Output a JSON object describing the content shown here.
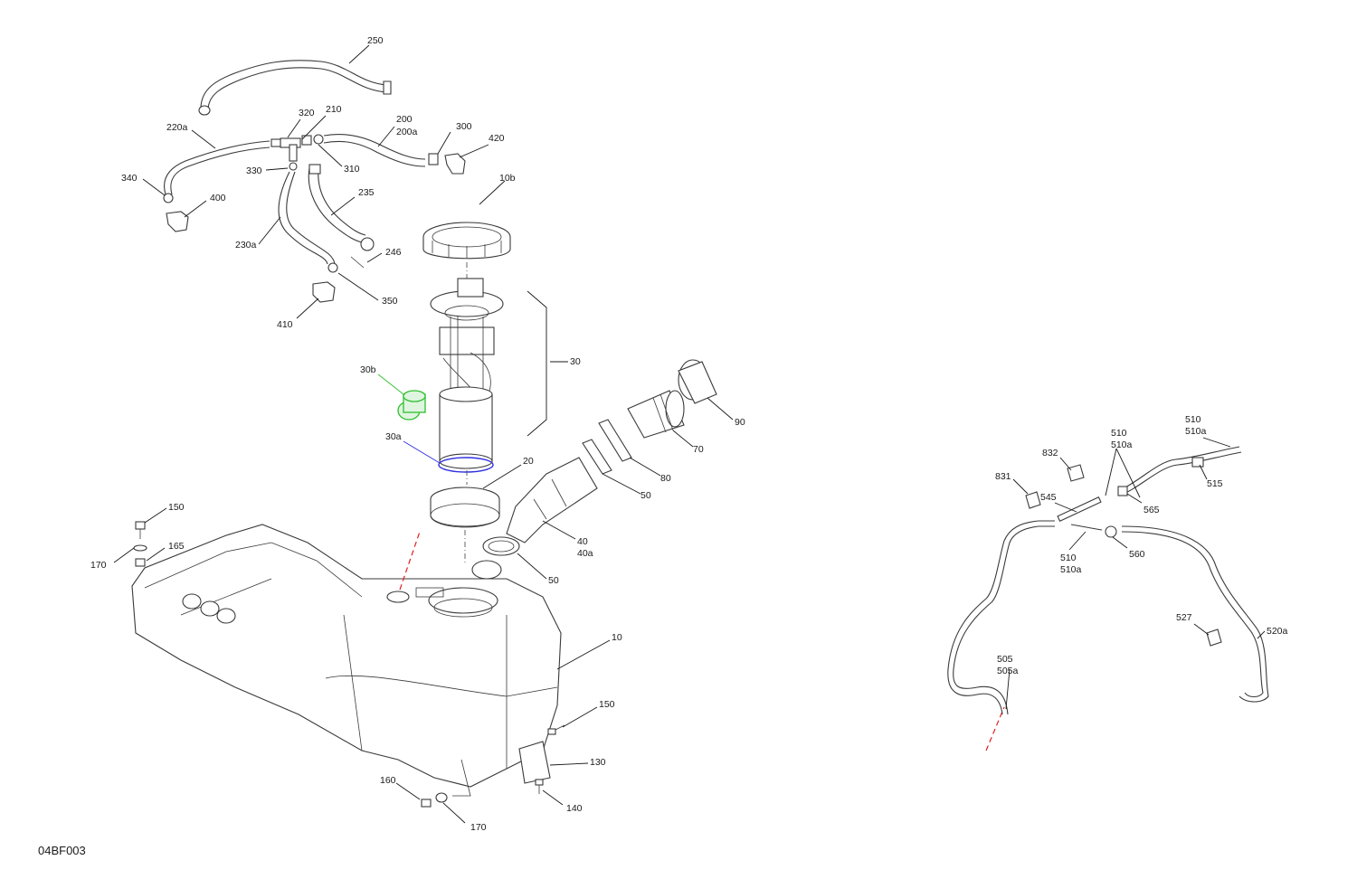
{
  "diagram": {
    "drawing_code": "04BF003",
    "callouts": [
      {
        "id": "c250",
        "lines": [
          "250"
        ]
      },
      {
        "id": "c220a",
        "lines": [
          "220a"
        ]
      },
      {
        "id": "c320",
        "lines": [
          "320"
        ]
      },
      {
        "id": "c210",
        "lines": [
          "210"
        ]
      },
      {
        "id": "c200",
        "lines": [
          "200",
          "200a"
        ]
      },
      {
        "id": "c300",
        "lines": [
          "300"
        ]
      },
      {
        "id": "c420",
        "lines": [
          "420"
        ]
      },
      {
        "id": "c340",
        "lines": [
          "340"
        ]
      },
      {
        "id": "c330",
        "lines": [
          "330"
        ]
      },
      {
        "id": "c310",
        "lines": [
          "310"
        ]
      },
      {
        "id": "c235",
        "lines": [
          "235"
        ]
      },
      {
        "id": "c400",
        "lines": [
          "400"
        ]
      },
      {
        "id": "c10b",
        "lines": [
          "10b"
        ]
      },
      {
        "id": "c230a",
        "lines": [
          "230a"
        ]
      },
      {
        "id": "c246",
        "lines": [
          "246"
        ]
      },
      {
        "id": "c350",
        "lines": [
          "350"
        ]
      },
      {
        "id": "c410",
        "lines": [
          "410"
        ]
      },
      {
        "id": "c30",
        "lines": [
          "30"
        ]
      },
      {
        "id": "c30b",
        "lines": [
          "30b"
        ]
      },
      {
        "id": "c30a",
        "lines": [
          "30a"
        ]
      },
      {
        "id": "c90",
        "lines": [
          "90"
        ]
      },
      {
        "id": "c70",
        "lines": [
          "70"
        ]
      },
      {
        "id": "c80",
        "lines": [
          "80"
        ]
      },
      {
        "id": "c20",
        "lines": [
          "20"
        ]
      },
      {
        "id": "c50top",
        "lines": [
          "50"
        ]
      },
      {
        "id": "c40",
        "lines": [
          "40",
          "40a"
        ]
      },
      {
        "id": "c50bot",
        "lines": [
          "50"
        ]
      },
      {
        "id": "c150top",
        "lines": [
          "150"
        ]
      },
      {
        "id": "c165",
        "lines": [
          "165"
        ]
      },
      {
        "id": "c170left",
        "lines": [
          "170"
        ]
      },
      {
        "id": "c10",
        "lines": [
          "10"
        ]
      },
      {
        "id": "c150bot",
        "lines": [
          "150"
        ]
      },
      {
        "id": "c130",
        "lines": [
          "130"
        ]
      },
      {
        "id": "c160",
        "lines": [
          "160"
        ]
      },
      {
        "id": "c140",
        "lines": [
          "140"
        ]
      },
      {
        "id": "c170bot",
        "lines": [
          "170"
        ]
      },
      {
        "id": "c510top",
        "lines": [
          "510",
          "510a"
        ]
      },
      {
        "id": "c510mid",
        "lines": [
          "510",
          "510a"
        ]
      },
      {
        "id": "c832",
        "lines": [
          "832"
        ]
      },
      {
        "id": "c831",
        "lines": [
          "831"
        ]
      },
      {
        "id": "c545",
        "lines": [
          "545"
        ]
      },
      {
        "id": "c515",
        "lines": [
          "515"
        ]
      },
      {
        "id": "c565",
        "lines": [
          "565"
        ]
      },
      {
        "id": "c510low",
        "lines": [
          "510",
          "510a"
        ]
      },
      {
        "id": "c560",
        "lines": [
          "560"
        ]
      },
      {
        "id": "c527",
        "lines": [
          "527"
        ]
      },
      {
        "id": "c520a",
        "lines": [
          "520a"
        ]
      },
      {
        "id": "c505",
        "lines": [
          "505",
          "505a"
        ]
      }
    ]
  },
  "colors": {
    "line": "#3a3a3a",
    "text": "#1a1a1a",
    "highlight_30b": "#2fbf2f",
    "highlight_30a": "#3030e0",
    "center_line": "#e02020"
  }
}
